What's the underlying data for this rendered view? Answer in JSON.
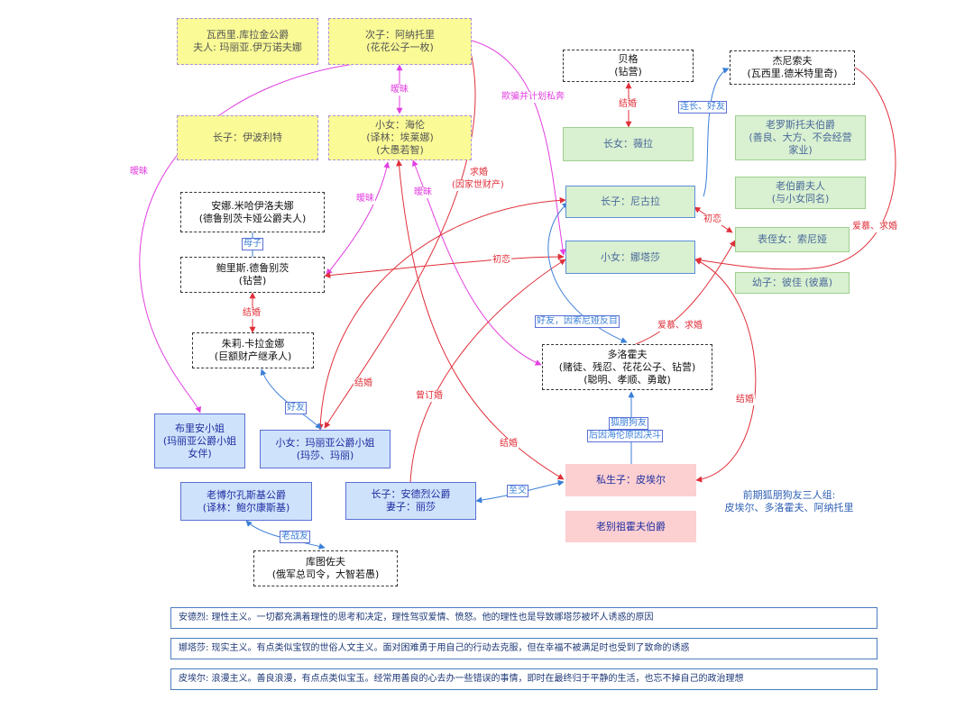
{
  "nodes": {
    "vasily": [
      "瓦西里.库拉金公爵",
      "夫人: 玛丽亚.伊万诺夫娜"
    ],
    "anatole": [
      "次子：阿纳托里",
      "(花花公子一枚)"
    ],
    "ippolit": [
      "长子：伊波利特"
    ],
    "helene": [
      "小女：海伦",
      "(译林：埃莱娜)",
      "(大愚若智)"
    ],
    "anna": [
      "安娜.米哈伊洛夫娜",
      "(德鲁别茨卡娅公爵夫人)"
    ],
    "boris": [
      "鲍里斯.德鲁别茨",
      "(钻营)"
    ],
    "julie": [
      "朱莉.卡拉金娜",
      "(巨额财产继承人)"
    ],
    "bourienne": [
      "布里安小姐",
      "(玛丽亚公爵小姐女伴)"
    ],
    "marya": [
      "小女：玛丽亚公爵小姐",
      "(玛莎、玛丽)"
    ],
    "old_bolkonsky": [
      "老博尔孔斯基公爵",
      "(译林：鲍尔康斯基)"
    ],
    "andrei": [
      "长子：安德烈公爵",
      "妻子：丽莎"
    ],
    "kutuzov": [
      "库图佐夫",
      "(俄军总司令，大智若愚)"
    ],
    "berg": [
      "贝格",
      "(钻营)"
    ],
    "vera": [
      "长女：薇拉"
    ],
    "nikolai": [
      "长子：尼古拉"
    ],
    "natasha": [
      "小女：娜塔莎"
    ],
    "dolokhov": [
      "多洛霍夫",
      "(赌徒、残忍、花花公子、钻营)",
      "(聪明、孝顺、勇敢)"
    ],
    "pierre": [
      "私生子：皮埃尔"
    ],
    "old_bezukhov": [
      "老别祖霍夫伯爵"
    ],
    "denisov": [
      "杰尼索夫",
      "(瓦西里.德米特里奇)"
    ],
    "old_rostov": [
      "老罗斯托夫伯爵",
      "(善良、大方、不会经营",
      "家业)"
    ],
    "old_countess": [
      "老伯爵夫人",
      "(与小女同名)"
    ],
    "sonya": [
      "表侄女：索尼娅"
    ],
    "petya": [
      "幼子：彼佳 (彼嘉)"
    ],
    "trio": [
      "前期狐朋狗友三人组:",
      "皮埃尔、多洛霍夫、阿纳托里"
    ]
  },
  "edge_labels": {
    "aimei": "暧昧",
    "qipian": "欺骗并计划私奔",
    "qiuhun_money": [
      "求婚",
      "(因家世财产)"
    ],
    "jiehun": "结婚",
    "muzi": "母子",
    "lianzhang": "连长、好友",
    "chulian": "初恋",
    "aimu_qiuhun": "爱慕、求婚",
    "haoyou": "好友",
    "haoyou_sonya": "好友，因索尼娅反目",
    "dinghun": "曾订婚",
    "huyou": [
      "狐朋狗友",
      "后因海伦原因决斗"
    ],
    "zhijiao": "至交",
    "laozhanyou": "老战友"
  },
  "notes": [
    "安德烈: 理性主义。一切都充满着理性的思考和决定，理性驾驭爱情、愤怒。他的理性也是导致娜塔莎被坏人诱惑的原因",
    "娜塔莎: 现实主义。有点类似宝钗的世俗人文主义。面对困难勇于用自己的行动去克服，但在幸福不被满足时也受到了致命的诱惑",
    "皮埃尔: 浪漫主义。善良浪漫，有点点类似宝玉。经常用善良的心去办一些错误的事情，即时在最终归于平静的生活，也忘不掉自己的政治理想"
  ],
  "colors": {
    "red": "#e0303a",
    "pink": "#e23fe0",
    "blue": "#3b7fd9",
    "yellow_fill": "#fafa96",
    "green_fill": "#d9f0d1",
    "blue_fill": "#cfe2fb",
    "pink_fill": "#fccfd1"
  }
}
